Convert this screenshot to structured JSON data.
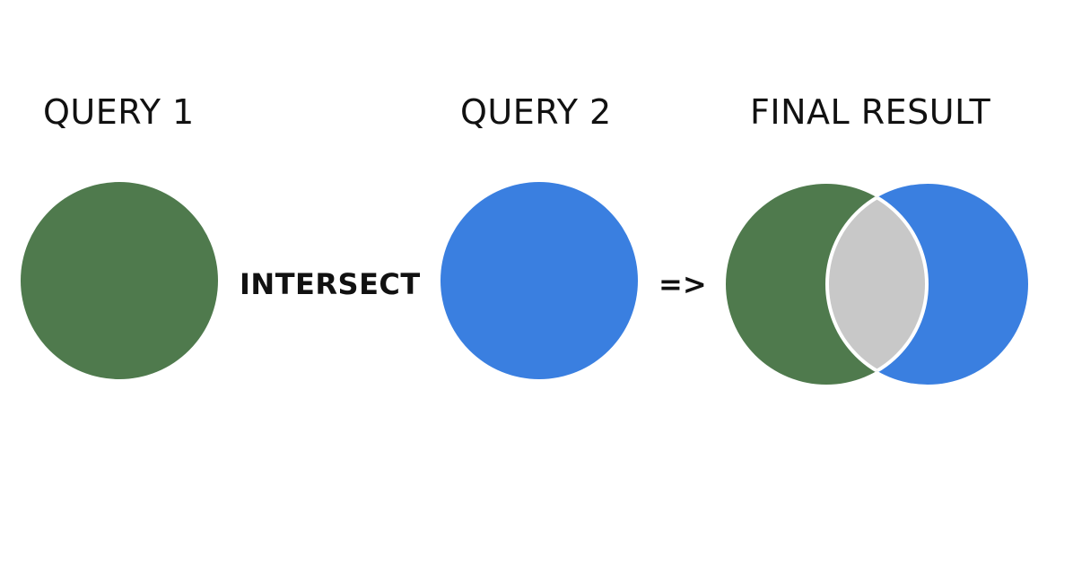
{
  "labels": {
    "query1": "QUERY 1",
    "query2": "QUERY 2",
    "final": "FINAL RESULT"
  },
  "operators": {
    "intersect": "INTERSECT",
    "arrow": "=>"
  },
  "colors": {
    "query1_fill": "#4f7a4d",
    "query2_fill": "#3a7fe0",
    "intersection_fill": "#c8c8c8",
    "outline": "#ffffff",
    "text": "#111111",
    "background": "#ffffff"
  }
}
